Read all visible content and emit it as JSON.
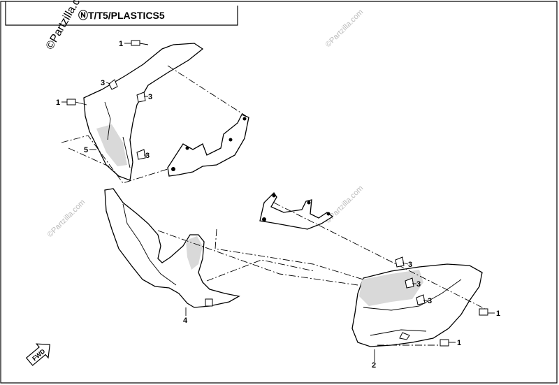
{
  "title": "ⓃT/T5/PLASTICS5",
  "watermark": "©Partzilla.com",
  "direction_label": "FWD",
  "callouts": [
    {
      "label": "1"
    },
    {
      "label": "1"
    },
    {
      "label": "1"
    },
    {
      "label": "1"
    },
    {
      "label": "2"
    },
    {
      "label": "3"
    },
    {
      "label": "3"
    },
    {
      "label": "3"
    },
    {
      "label": "3"
    },
    {
      "label": "3"
    },
    {
      "label": "3"
    },
    {
      "label": "4"
    },
    {
      "label": "5"
    }
  ],
  "colors": {
    "line": "#000000",
    "watermark": "#bbbbbb",
    "background": "#ffffff"
  }
}
